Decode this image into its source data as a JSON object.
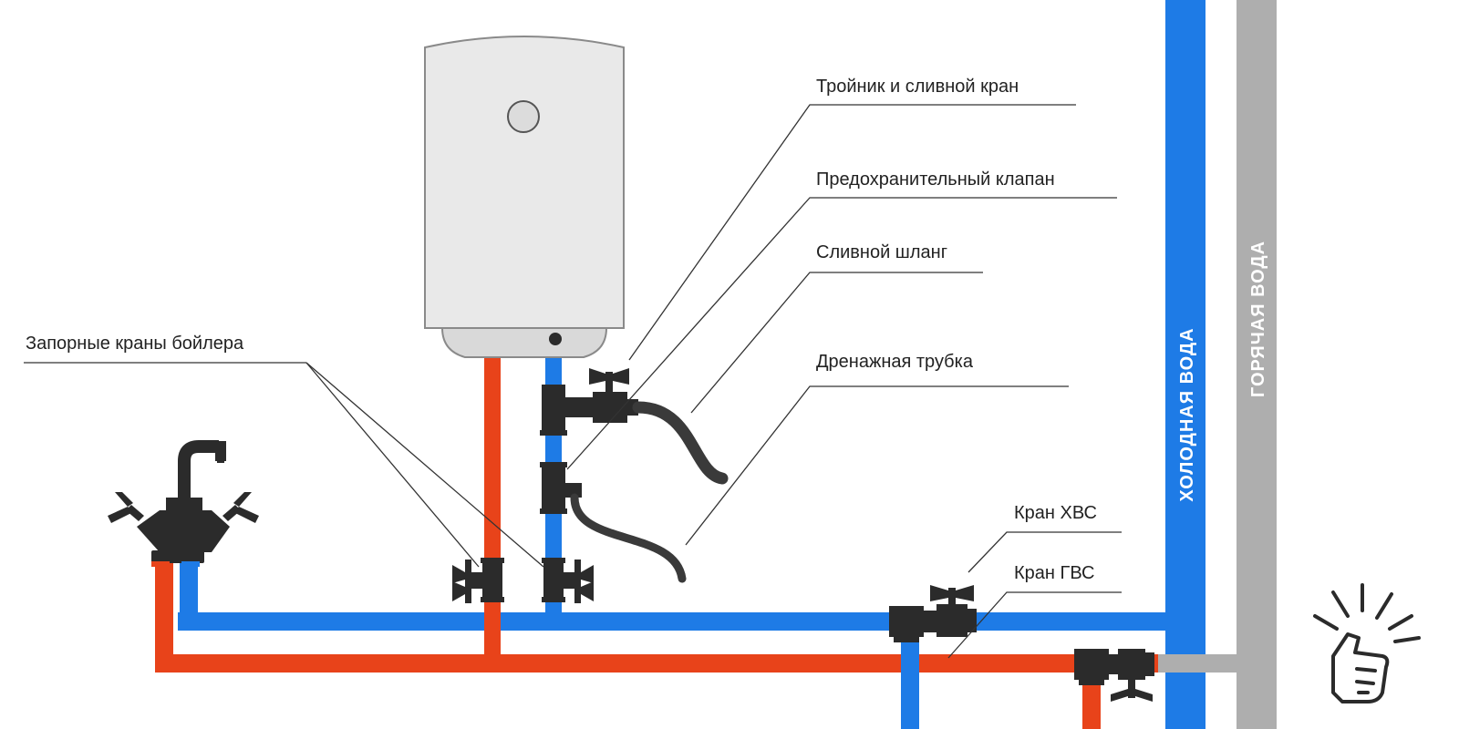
{
  "diagram": {
    "labels": {
      "tee_and_drain_tap": "Тройник и сливной кран",
      "safety_valve": "Предохранительный клапан",
      "drain_hose": "Сливной шланг",
      "drainage_tube": "Дренажная трубка",
      "boiler_shutoff_valves": "Запорные краны бойлера",
      "cold_water_tap": "Кран ХВС",
      "hot_water_tap": "Кран ГВС"
    },
    "risers": {
      "cold_water": "ХОЛОДНАЯ ВОДА",
      "hot_water": "ГОРЯЧАЯ ВОДА"
    },
    "colors": {
      "cold_pipe": "#1e7be6",
      "hot_pipe": "#e8431a",
      "riser_hot": "#aeaeae",
      "fitting": "#2b2b2b",
      "boiler_body": "#e9e9e9",
      "boiler_outline": "#8a8a8a"
    },
    "icons": [
      "mixer-faucet-icon",
      "thumbs-up-icon"
    ]
  }
}
